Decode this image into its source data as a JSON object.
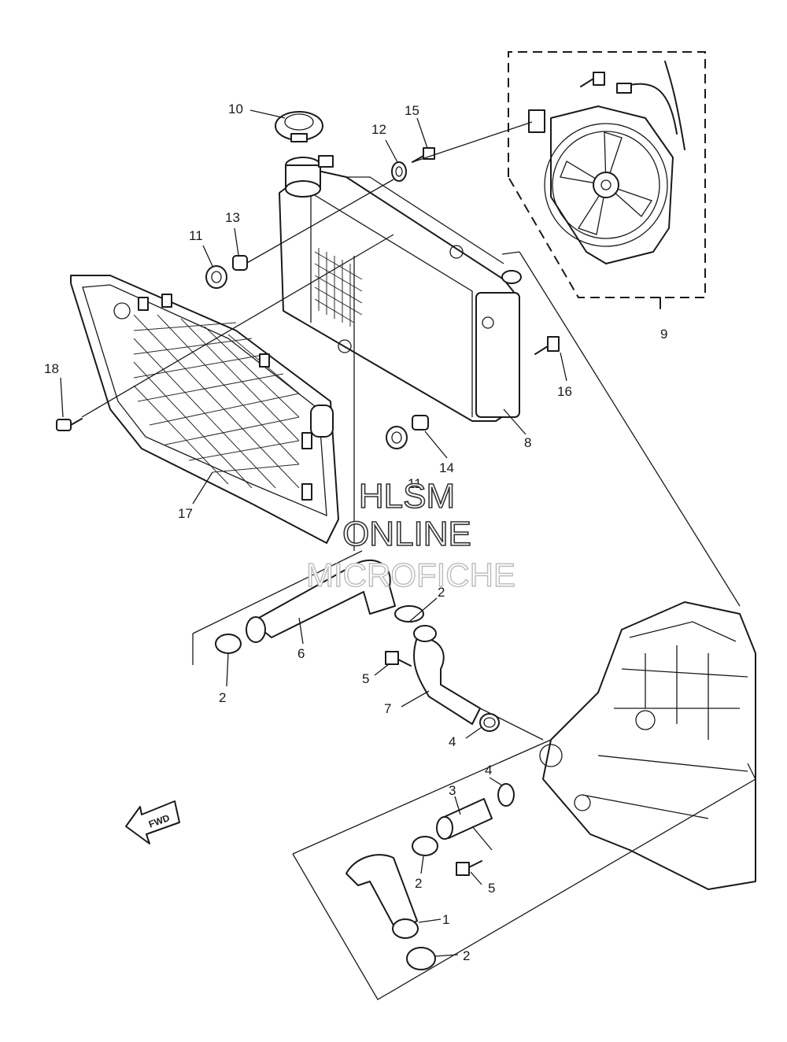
{
  "watermark": {
    "line1": "HLSM",
    "line2": "ONLINE",
    "line3": "MICROFICHE"
  },
  "fwd_label": "FWD",
  "callouts": [
    {
      "id": "c1",
      "label": "1"
    },
    {
      "id": "c2a",
      "label": "2"
    },
    {
      "id": "c2b",
      "label": "2"
    },
    {
      "id": "c2c",
      "label": "2"
    },
    {
      "id": "c2d",
      "label": "2"
    },
    {
      "id": "c3",
      "label": "3"
    },
    {
      "id": "c4a",
      "label": "4"
    },
    {
      "id": "c4b",
      "label": "4"
    },
    {
      "id": "c5a",
      "label": "5"
    },
    {
      "id": "c5b",
      "label": "5"
    },
    {
      "id": "c6",
      "label": "6"
    },
    {
      "id": "c7",
      "label": "7"
    },
    {
      "id": "c8",
      "label": "8"
    },
    {
      "id": "c9",
      "label": "9"
    },
    {
      "id": "c10",
      "label": "10"
    },
    {
      "id": "c11a",
      "label": "11"
    },
    {
      "id": "c11b",
      "label": "11"
    },
    {
      "id": "c12",
      "label": "12"
    },
    {
      "id": "c13",
      "label": "13"
    },
    {
      "id": "c14",
      "label": "14"
    },
    {
      "id": "c15",
      "label": "15"
    },
    {
      "id": "c16",
      "label": "16"
    },
    {
      "id": "c17",
      "label": "17"
    },
    {
      "id": "c18",
      "label": "18"
    }
  ]
}
